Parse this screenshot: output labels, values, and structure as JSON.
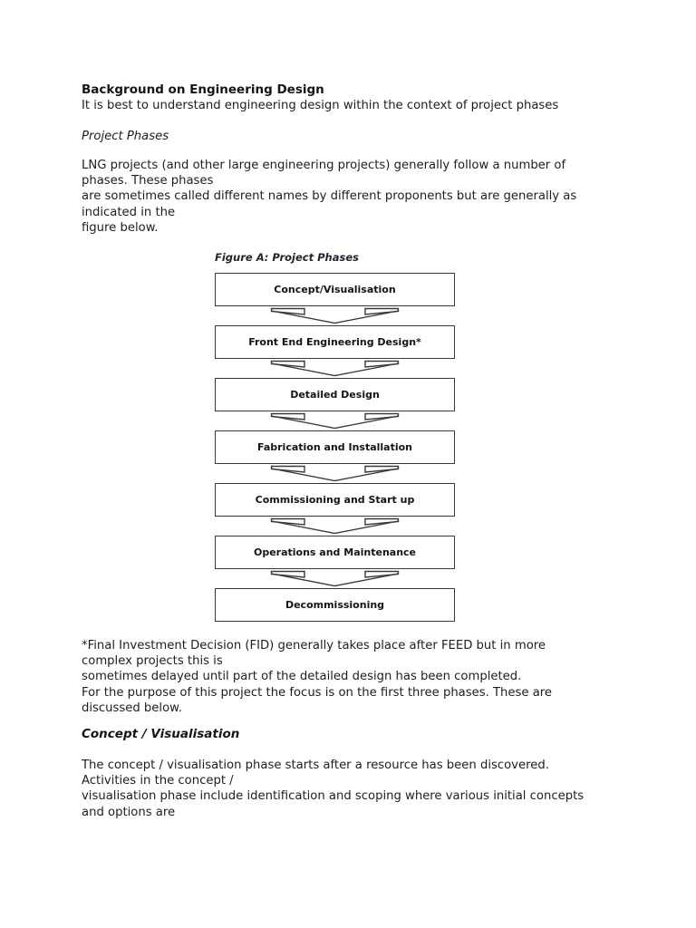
{
  "doc": {
    "title": "Background on Engineering Design",
    "intro": "It is best to understand engineering design within the context of project phases",
    "project_phases_heading": "Project Phases",
    "para_lng": "LNG projects (and other large engineering projects) generally follow a number of\nphases. These phases\nare sometimes called different names by different proponents but are generally as\nindicated in the\nfigure below.",
    "figure": {
      "caption": "Figure A: Project Phases",
      "phases": [
        "Concept/Visualisation",
        "Front End Engineering Design*",
        "Detailed Design",
        "Fabrication and Installation",
        "Commissioning and Start up",
        "Operations and Maintenance",
        "Decommissioning"
      ]
    },
    "para_fid": "*Final Investment Decision (FID) generally takes place after FEED but in more\ncomplex projects this is\nsometimes delayed until part of the detailed design has been completed.\nFor the purpose of this project the focus is on the first three phases. These are\ndiscussed below.",
    "concept_heading": "Concept / Visualisation",
    "para_concept": "The concept / visualisation phase starts after a resource has been discovered.\nActivities in the concept /\nvisualisation phase include identification and scoping where various initial concepts\nand options are"
  },
  "colors": {
    "page_background": "#ffffff",
    "text": "#1e1e1e",
    "diagram_border": "#383838"
  }
}
